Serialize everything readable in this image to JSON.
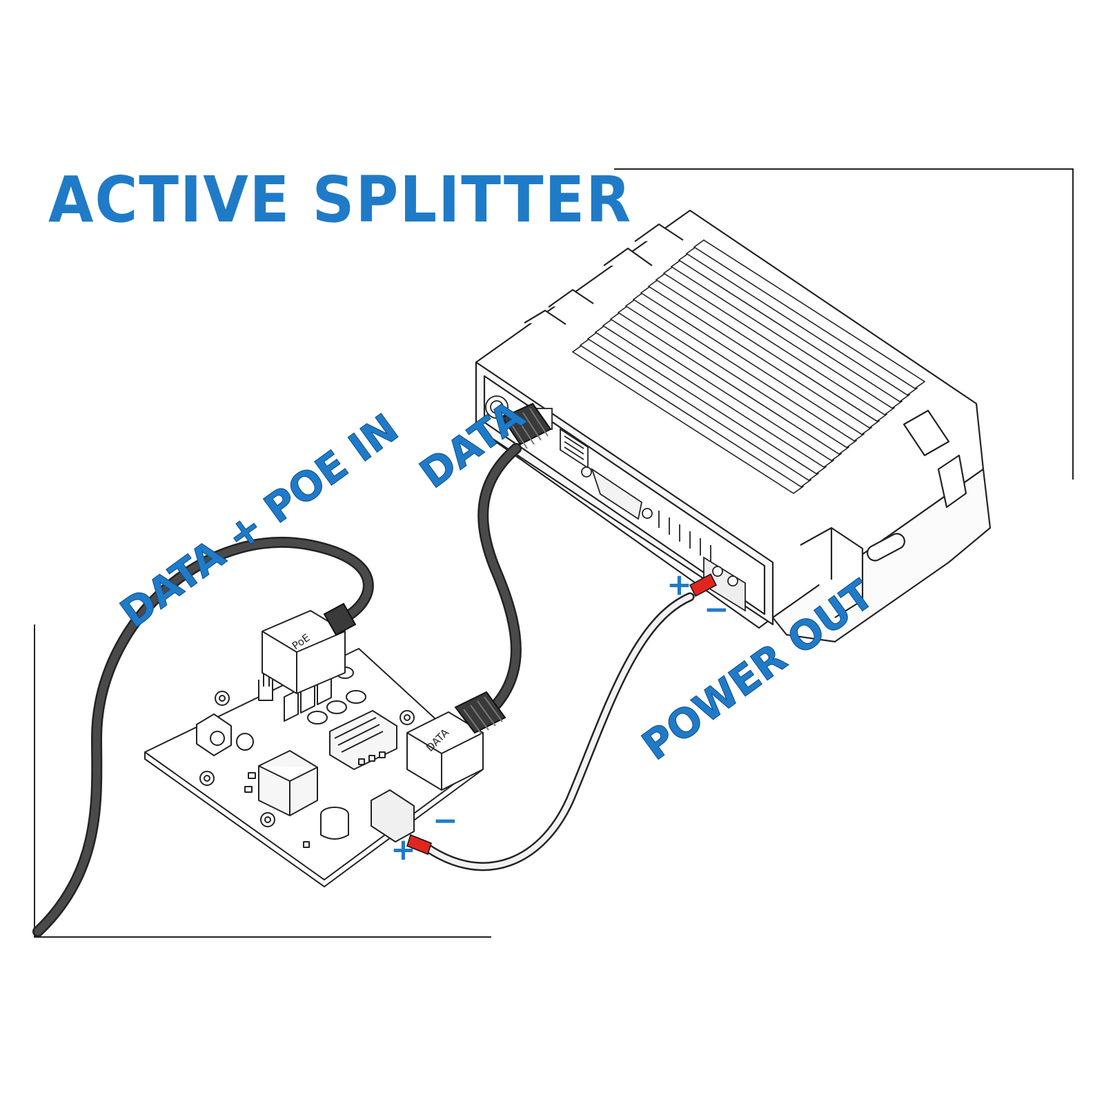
{
  "title": "ACTIVE SPLITTER",
  "labels": {
    "data_poe_in": "DATA + POE IN",
    "data": "DATA",
    "power_out": "POWER OUT"
  },
  "connector_labels": {
    "poe_jack": "PoE",
    "data_jack": "DATA"
  },
  "polarity": {
    "plus": "+",
    "minus": "−"
  },
  "colors": {
    "accent": "#1f7bc8",
    "wire_red": "#e0261f",
    "cable": "#4a4a4a"
  }
}
